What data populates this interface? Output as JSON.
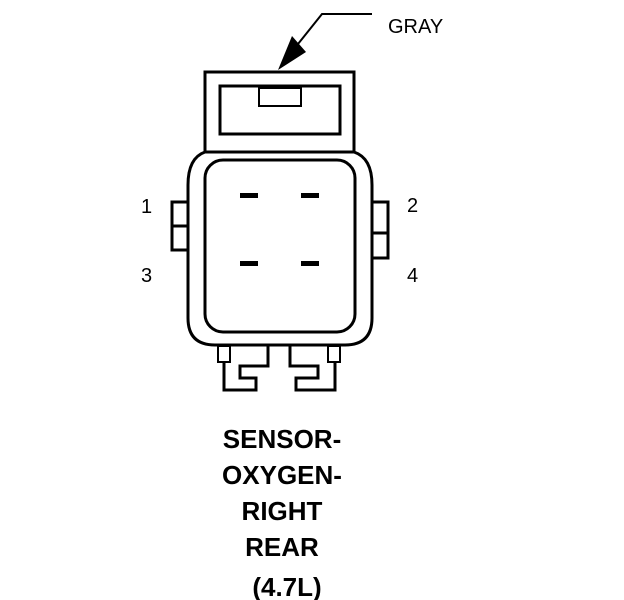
{
  "callout": {
    "label": "GRAY"
  },
  "pins": [
    {
      "number": "1"
    },
    {
      "number": "2"
    },
    {
      "number": "3"
    },
    {
      "number": "4"
    }
  ],
  "title_lines": [
    "SENSOR-",
    "OXYGEN-",
    "RIGHT",
    "REAR",
    "(4.7L)"
  ],
  "colors": {
    "ink": "#000000",
    "background": "#ffffff"
  },
  "icons": [
    "leader-arrow-icon",
    "terminal-slot-icon"
  ]
}
